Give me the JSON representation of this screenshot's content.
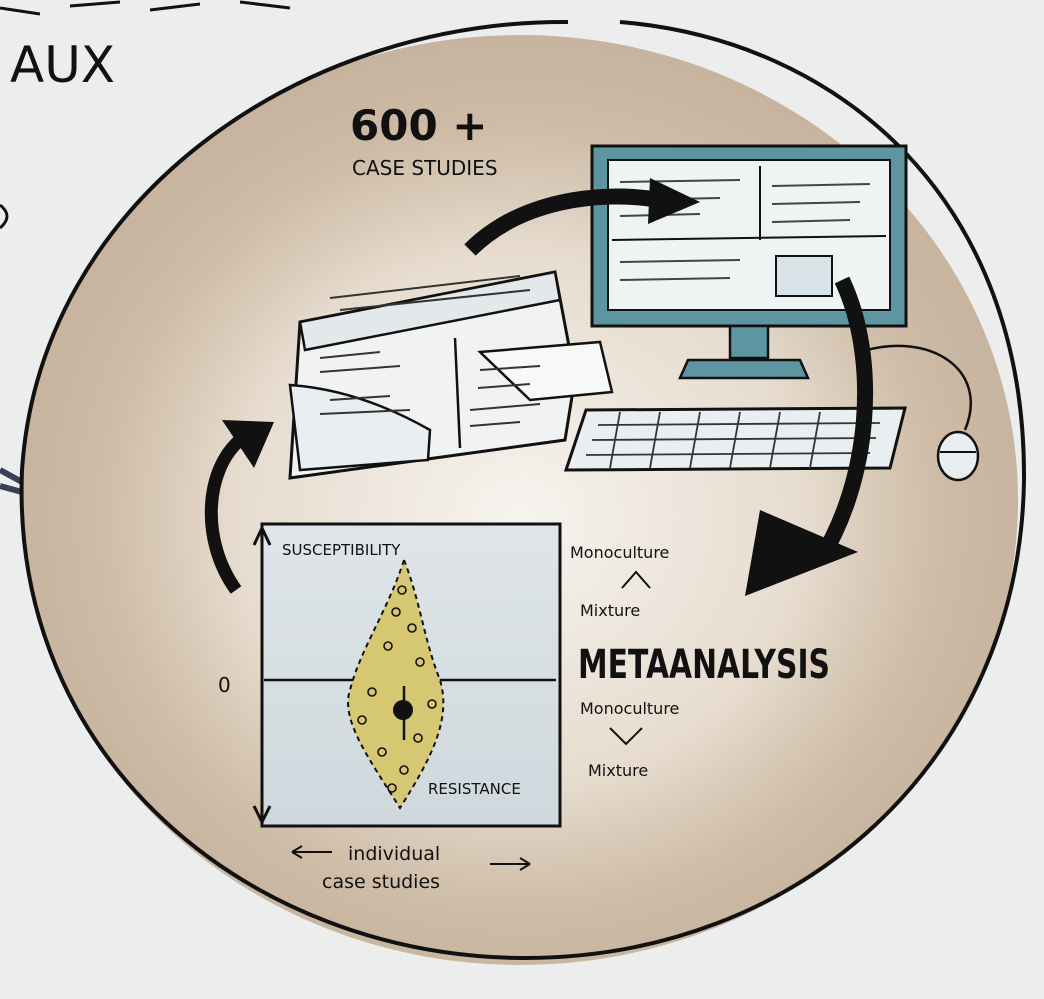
{
  "corner_text": "AUX",
  "case_count": "600 +",
  "case_studies_label": "CASE STUDIES",
  "plot": {
    "y_top_label": "SUSCEPTIBILITY",
    "y_bottom_label": "RESISTANCE",
    "zero_label": "0",
    "x_label_line1": "individual",
    "x_label_line2": "case studies"
  },
  "metaanalysis": {
    "title": "METAANALYSIS",
    "upper_top": "Monoculture",
    "upper_bottom": "Mixture",
    "lower_top": "Monoculture",
    "lower_bottom": "Mixture"
  },
  "colors": {
    "page": "#eceeee",
    "circle_wash": "#c9b49b",
    "monitor_frame": "#5d96a0",
    "paper": "#f1f3f3",
    "violin_fill": "#d6c872"
  },
  "icons": [
    "paper-stack-icon",
    "computer-monitor-icon",
    "keyboard-icon",
    "mouse-icon",
    "curved-arrow-icon"
  ]
}
